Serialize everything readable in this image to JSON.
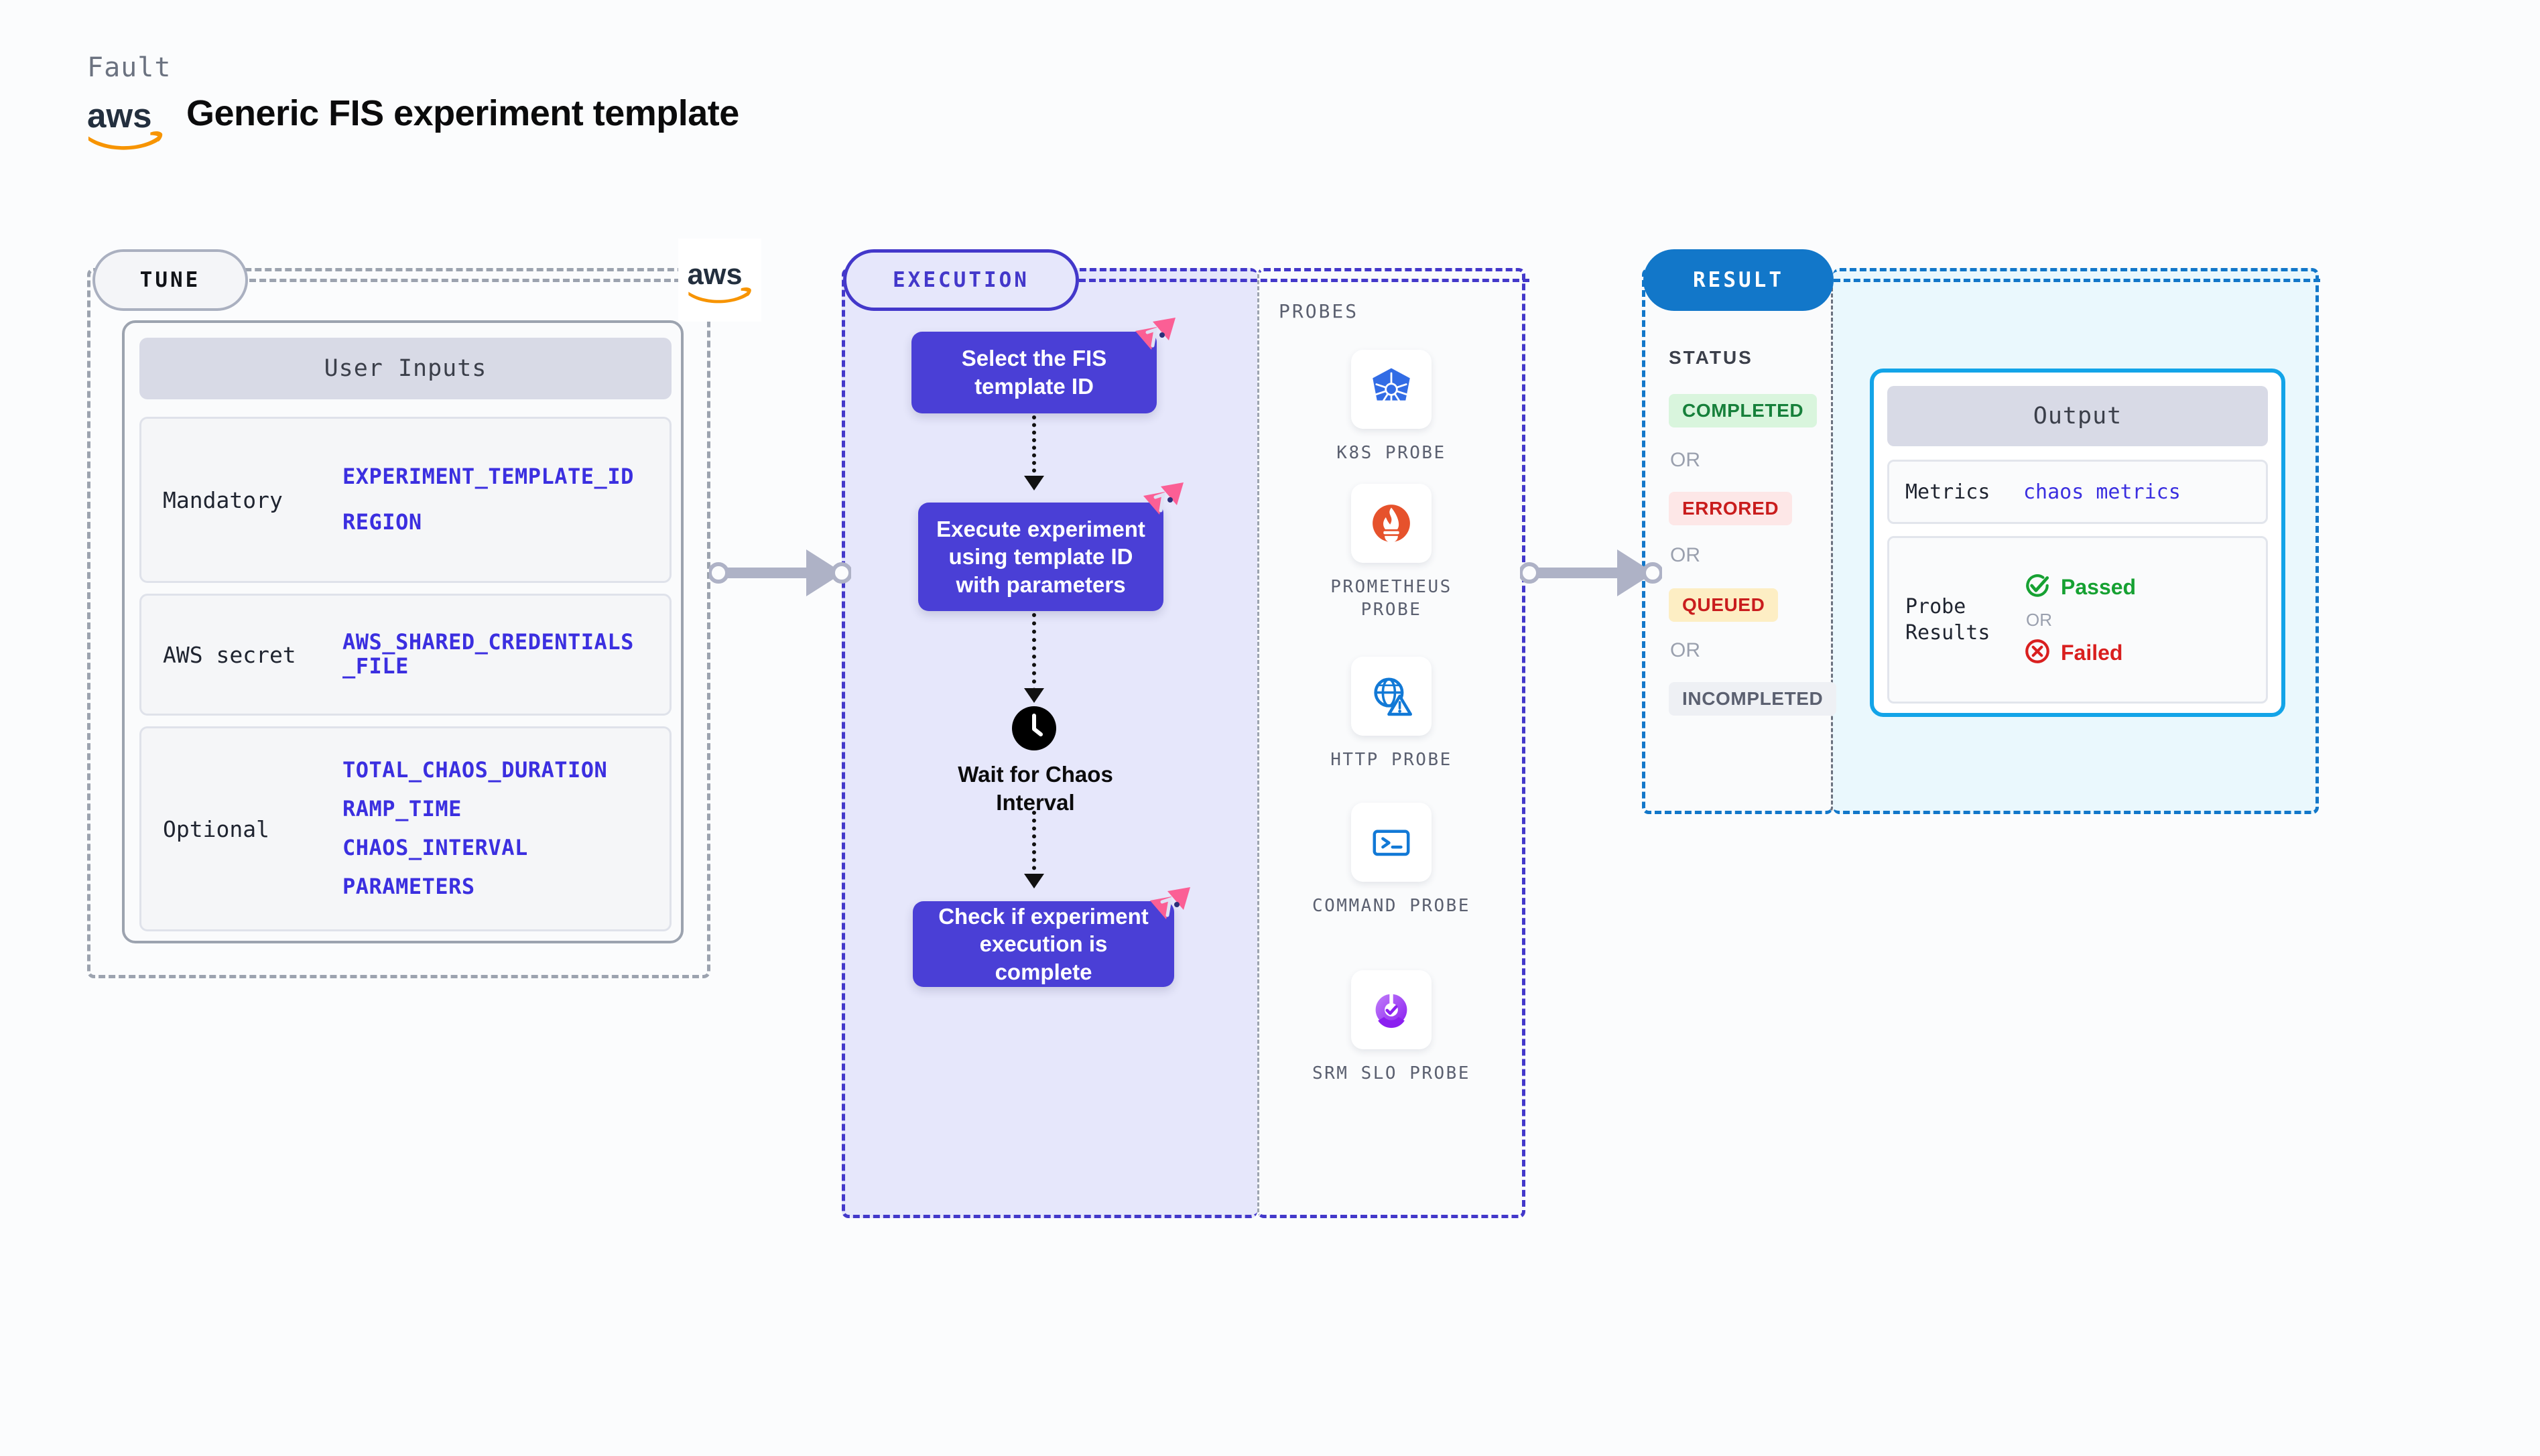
{
  "header": {
    "eyebrow": "Fault",
    "title": "Generic FIS experiment template",
    "logo_name": "aws-logo"
  },
  "tune": {
    "pill_label": "TUNE",
    "card_title": "User Inputs",
    "rows": [
      {
        "label": "Mandatory",
        "values": [
          "EXPERIMENT_TEMPLATE_ID",
          "REGION"
        ]
      },
      {
        "label": "AWS secret",
        "values": [
          "AWS_SHARED_CREDENTIALS\n_FILE"
        ]
      },
      {
        "label": "Optional",
        "values": [
          "TOTAL_CHAOS_DURATION",
          "RAMP_TIME",
          "CHAOS_INTERVAL",
          "PARAMETERS"
        ]
      }
    ]
  },
  "execution": {
    "pill_label": "EXECUTION",
    "steps": [
      {
        "text": "Select the FIS template ID",
        "badge": "litmus-badge"
      },
      {
        "text": "Execute experiment using template ID with parameters",
        "badge": "litmus-badge"
      },
      {
        "text": "Check if experiment execution is complete",
        "badge": "litmus-badge"
      }
    ],
    "wait": {
      "icon": "clock-icon",
      "label": "Wait for Chaos Interval"
    }
  },
  "probes": {
    "title": "PROBES",
    "items": [
      {
        "label": "K8S PROBE",
        "icon": "kubernetes-icon"
      },
      {
        "label": "PROMETHEUS PROBE",
        "icon": "prometheus-icon"
      },
      {
        "label": "HTTP PROBE",
        "icon": "http-globe-warning-icon"
      },
      {
        "label": "COMMAND PROBE",
        "icon": "terminal-icon"
      },
      {
        "label": "SRM SLO PROBE",
        "icon": "srm-slo-donut-icon"
      }
    ]
  },
  "result": {
    "pill_label": "RESULT",
    "status_title": "STATUS",
    "or_label": "OR",
    "statuses": [
      {
        "label": "COMPLETED",
        "color": "#17803b",
        "bg": "#d9f5dd"
      },
      {
        "label": "ERRORED",
        "color": "#c91d1d",
        "bg": "#fde7e7"
      },
      {
        "label": "QUEUED",
        "color": "#c91d1d",
        "bg": "#fdeec4"
      },
      {
        "label": "INCOMPLETED",
        "color": "#5b6070",
        "bg": "#eef0f4"
      }
    ],
    "output": {
      "title": "Output",
      "metrics_label": "Metrics",
      "metrics_value": "chaos metrics",
      "probe_results_label": "Probe Results",
      "passed_label": "Passed",
      "failed_label": "Failed",
      "or_label": "OR"
    }
  },
  "colors": {
    "indigo": "#4338ca",
    "flow_box": "#4a3fd6",
    "result_blue": "#1277c9",
    "cyan": "#13a4e8",
    "aws_orange": "#f79400",
    "pink_badge": "#fb5f95",
    "value_blue": "#3b2fe0"
  }
}
